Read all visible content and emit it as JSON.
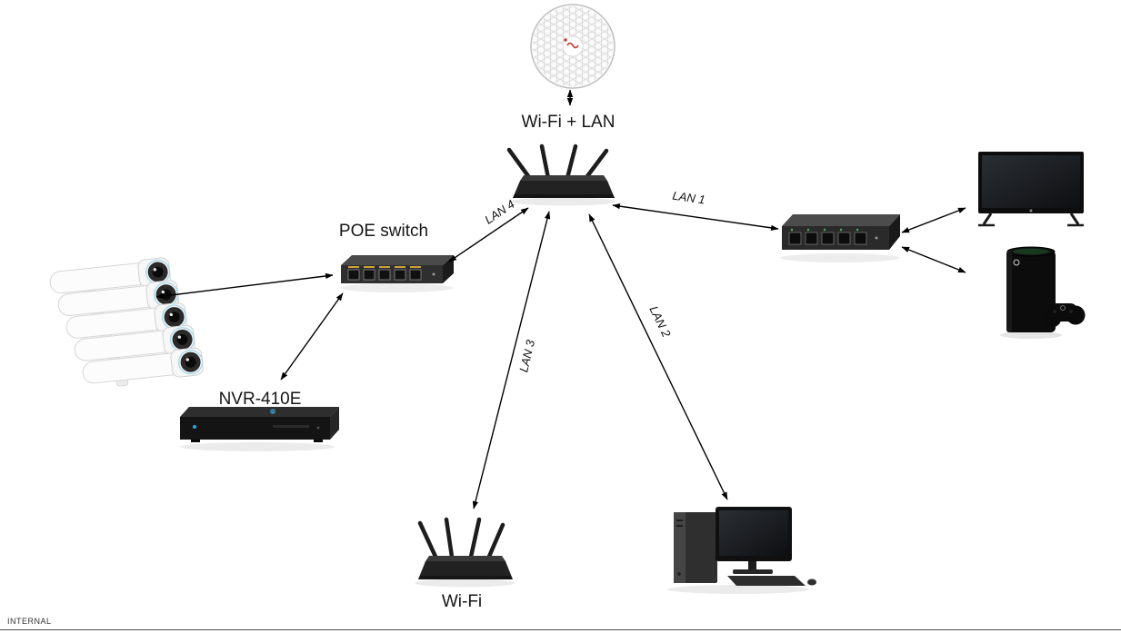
{
  "diagram": {
    "labels": {
      "antenna_link": "Wi-Fi + LAN",
      "poe_switch": "POE switch",
      "nvr": "NVR-410E",
      "wifi_router": "Wi-Fi"
    },
    "link_labels": {
      "lan1": "LAN 1",
      "lan2": "LAN 2",
      "lan3": "LAN 3",
      "lan4": "LAN 4"
    },
    "footer": "INTERNAL",
    "nodes": [
      {
        "id": "mesh-antenna",
        "icon": "wireless-mesh-antenna-icon",
        "label": "Wi-Fi + LAN"
      },
      {
        "id": "main-router",
        "icon": "wifi-router-icon",
        "label": ""
      },
      {
        "id": "poe-switch",
        "icon": "poe-switch-icon",
        "label": "POE switch"
      },
      {
        "id": "ip-cameras",
        "icon": "security-cameras-icon",
        "label": ""
      },
      {
        "id": "nvr",
        "icon": "nvr-recorder-icon",
        "label": "NVR-410E"
      },
      {
        "id": "lan-switch",
        "icon": "ethernet-switch-icon",
        "label": ""
      },
      {
        "id": "tv",
        "icon": "tv-icon",
        "label": ""
      },
      {
        "id": "game-console",
        "icon": "game-console-icon",
        "label": ""
      },
      {
        "id": "desktop-pc",
        "icon": "desktop-pc-icon",
        "label": ""
      },
      {
        "id": "wifi-router-2",
        "icon": "wifi-router-icon",
        "label": "Wi-Fi"
      }
    ],
    "links": [
      {
        "from": "mesh-antenna",
        "to": "main-router",
        "label": ""
      },
      {
        "from": "main-router",
        "to": "poe-switch",
        "label": "LAN 4"
      },
      {
        "from": "main-router",
        "to": "lan-switch",
        "label": "LAN 1"
      },
      {
        "from": "main-router",
        "to": "wifi-router-2",
        "label": "LAN 3"
      },
      {
        "from": "main-router",
        "to": "desktop-pc",
        "label": "LAN 2"
      },
      {
        "from": "poe-switch",
        "to": "ip-cameras",
        "label": ""
      },
      {
        "from": "poe-switch",
        "to": "nvr",
        "label": ""
      },
      {
        "from": "lan-switch",
        "to": "tv",
        "label": ""
      },
      {
        "from": "lan-switch",
        "to": "game-console",
        "label": ""
      }
    ],
    "colors": {
      "background": "#ffffff",
      "arrow": "#000000",
      "text": "#161616"
    }
  }
}
